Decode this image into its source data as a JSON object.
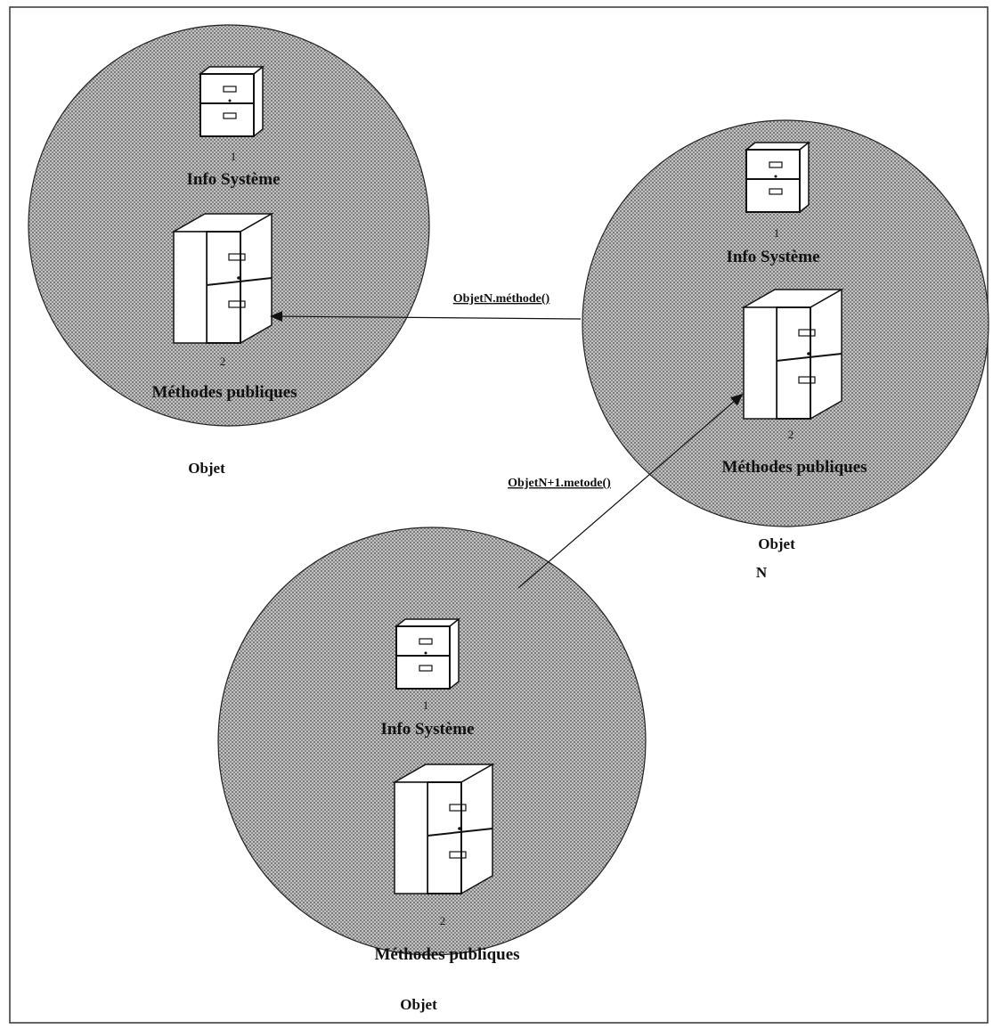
{
  "diagram": {
    "colors": {
      "border": "#333333",
      "circle_fill": "#b9b9b9",
      "circle_dot": "#7a7a7a",
      "circle_stroke": "#222222",
      "cabinet_fill": "#ffffff",
      "cabinet_stroke": "#111111",
      "arrow": "#111111"
    },
    "objects": [
      {
        "id": "object-left",
        "cabinet_small_number": "1",
        "cabinet_small_label": "Info Système",
        "cabinet_large_number": "2",
        "cabinet_large_label": "Méthodes publiques",
        "object_label": "Objet",
        "object_sublabel": ""
      },
      {
        "id": "object-right",
        "cabinet_small_number": "1",
        "cabinet_small_label": "Info Système",
        "cabinet_large_number": "2",
        "cabinet_large_label": "Méthodes publiques",
        "object_label": "Objet",
        "object_sublabel": "N"
      },
      {
        "id": "object-bottom",
        "cabinet_small_number": "1",
        "cabinet_small_label": "Info Système",
        "cabinet_large_number": "2",
        "cabinet_large_label": "Méthodes publiques",
        "object_label": "Objet",
        "object_sublabel": ""
      }
    ],
    "arrows": [
      {
        "id": "call-n",
        "label": "ObjetN.méthode()"
      },
      {
        "id": "call-n1",
        "label": "ObjetN+1.metode()"
      }
    ]
  }
}
